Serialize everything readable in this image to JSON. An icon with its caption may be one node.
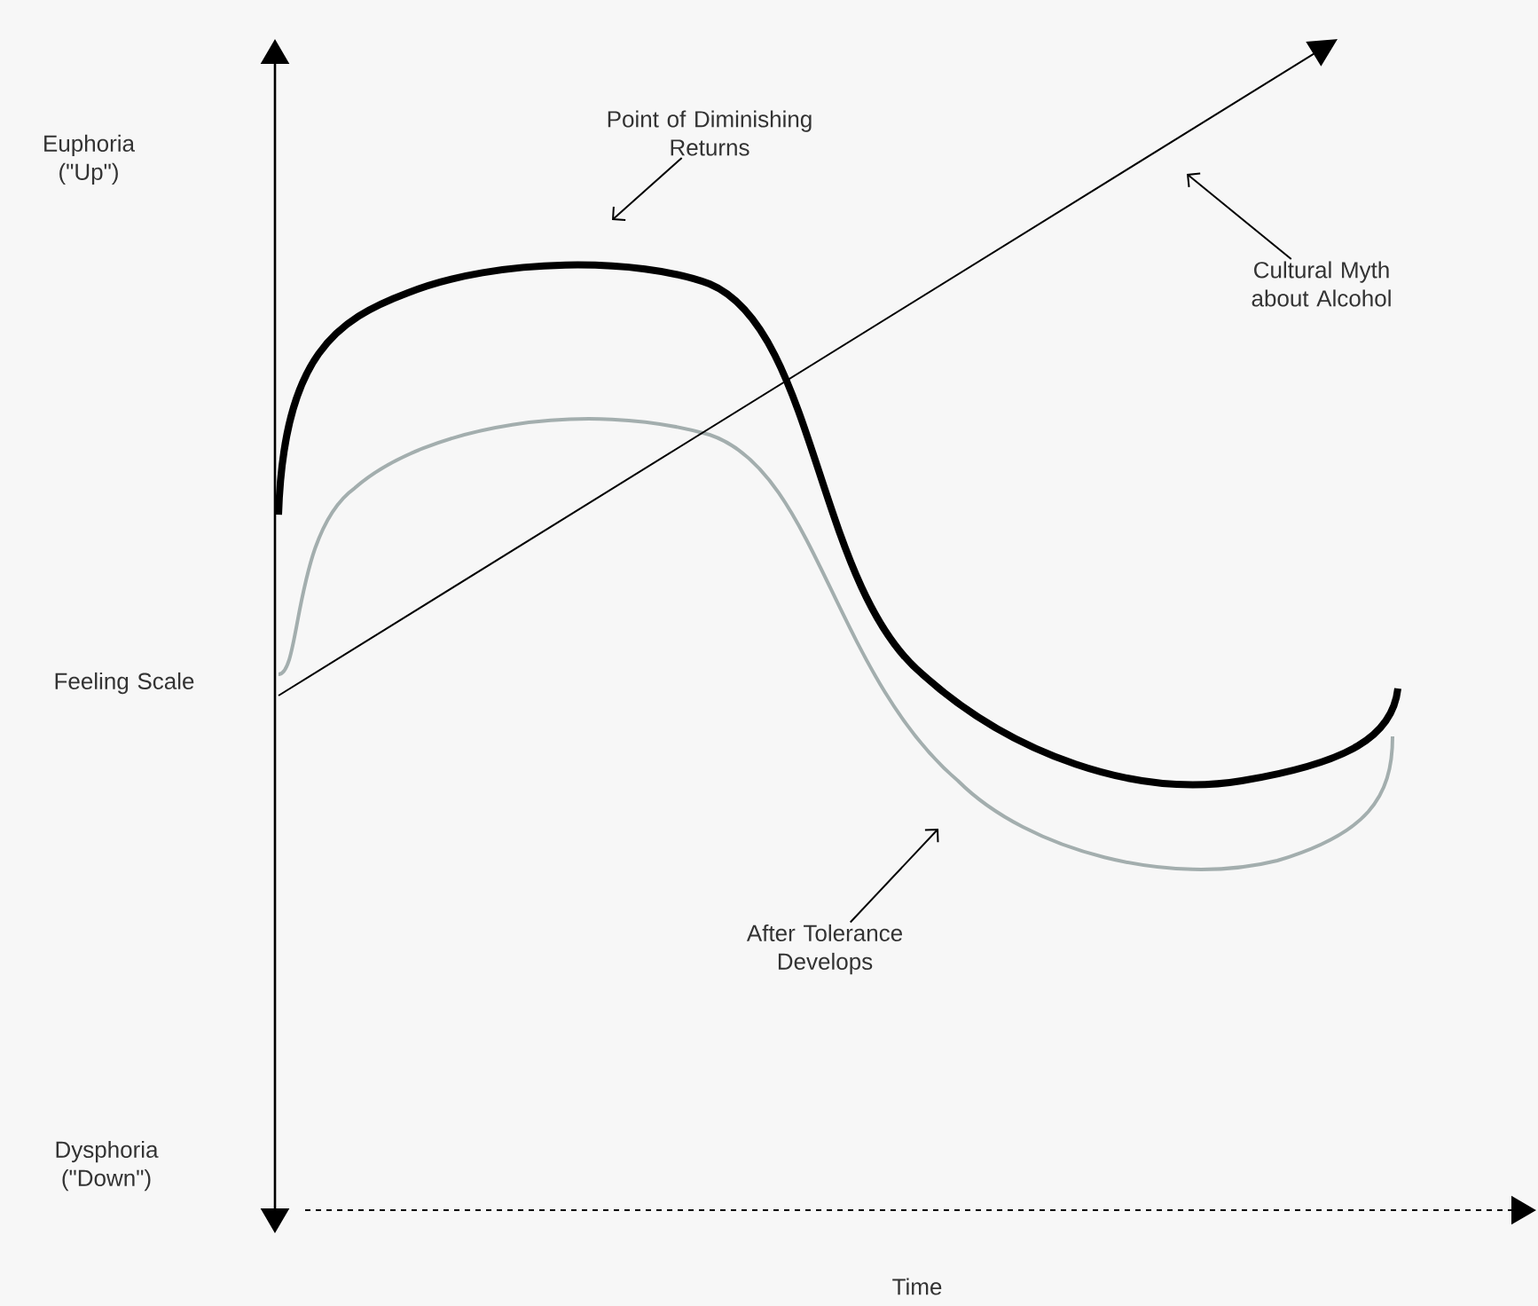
{
  "diagram": {
    "nodes": [
      {
        "text": [
          "Point of Diminishing Returns"
        ]
      },
      {
        "text": [
          "Cultural Myth about Alcohol"
        ]
      },
      {
        "text": [
          "After Tolerance Develops"
        ]
      }
    ],
    "edges": [
      {
        "from": 0,
        "to": null,
        "arrow": "to"
      },
      {
        "from": 1,
        "to": null,
        "arrow": "to"
      },
      {
        "from": 2,
        "to": null,
        "arrow": "to"
      }
    ],
    "labels": [
      "Euphoria (\"Up\")",
      "Feeling Scale",
      "Dysphoria (\"Down\")",
      "Time"
    ]
  }
}
